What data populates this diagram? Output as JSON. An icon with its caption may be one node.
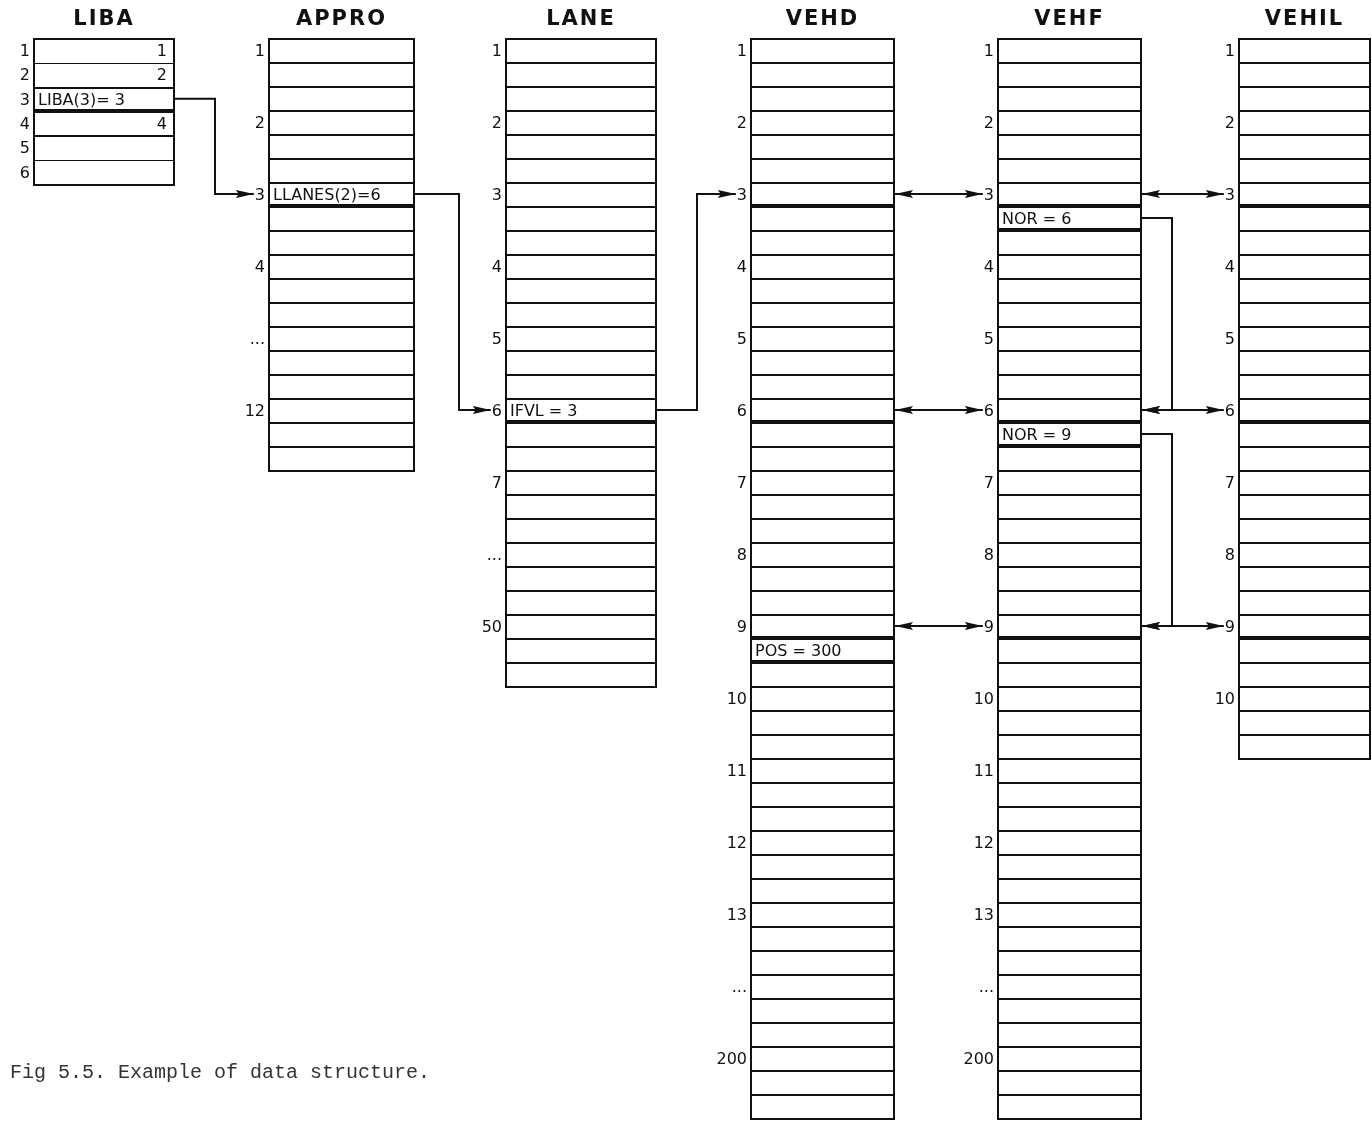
{
  "diagram": {
    "caption": "Fig 5.5. Example of data structure.",
    "nodes": [
      {
        "text": [
          "LIBA"
        ]
      },
      {
        "text": [
          "3",
          "LIBA(3)= 3"
        ],
        "in": 0
      },
      {
        "text": [
          "APPRO"
        ]
      },
      {
        "text": [
          "3",
          "LLANES(2)=6"
        ],
        "in": 2
      },
      {
        "text": [
          "LANE"
        ]
      },
      {
        "text": [
          "6",
          "IFVL = 3"
        ],
        "in": 4
      },
      {
        "text": [
          "VEHD"
        ]
      },
      {
        "text": [
          "3"
        ],
        "in": 6
      },
      {
        "text": [
          "6"
        ],
        "in": 6
      },
      {
        "text": [
          "9"
        ],
        "in": 6
      },
      {
        "text": [
          "POS = 300"
        ],
        "in": 6
      },
      {
        "text": [
          "VEHF"
        ]
      },
      {
        "text": [
          "3"
        ],
        "in": 11
      },
      {
        "text": [
          "NOR = 6"
        ],
        "in": 11
      },
      {
        "text": [
          "6"
        ],
        "in": 11
      },
      {
        "text": [
          "NOR = 9"
        ],
        "in": 11
      },
      {
        "text": [
          "9"
        ],
        "in": 11
      },
      {
        "text": [
          "VEHIL"
        ]
      },
      {
        "text": [
          "3"
        ],
        "in": 17
      },
      {
        "text": [
          "6"
        ],
        "in": 17
      },
      {
        "text": [
          "9"
        ],
        "in": 17
      }
    ],
    "edges": [
      {
        "from": 1,
        "to": 3,
        "arrow": "to"
      },
      {
        "from": 3,
        "to": 5,
        "arrow": "to"
      },
      {
        "from": 5,
        "to": 7,
        "arrow": "to"
      },
      {
        "from": 7,
        "to": 12,
        "arrow": "both"
      },
      {
        "from": 12,
        "to": 18,
        "arrow": "both"
      },
      {
        "from": 8,
        "to": 14,
        "arrow": "both"
      },
      {
        "from": 13,
        "to": 14,
        "arrow": "to"
      },
      {
        "from": 14,
        "to": 19,
        "arrow": "both"
      },
      {
        "from": 9,
        "to": 16,
        "arrow": "both"
      },
      {
        "from": 15,
        "to": 16,
        "arrow": "to"
      },
      {
        "from": 16,
        "to": 20,
        "arrow": "both"
      }
    ],
    "labels": [
      "1",
      "1",
      "2",
      "2",
      "4",
      "4",
      "5",
      "6",
      "1",
      "2",
      "4",
      "...",
      "12",
      "1",
      "2",
      "3",
      "4",
      "5",
      "7",
      "...",
      "50",
      "1",
      "2",
      "4",
      "5",
      "7",
      "8",
      "10",
      "11",
      "12",
      "13",
      "...",
      "200",
      "1",
      "2",
      "4",
      "5",
      "7",
      "8",
      "10",
      "11",
      "12",
      "13",
      "...",
      "200",
      "1",
      "2",
      "4",
      "5",
      "7",
      "8",
      "10"
    ]
  }
}
